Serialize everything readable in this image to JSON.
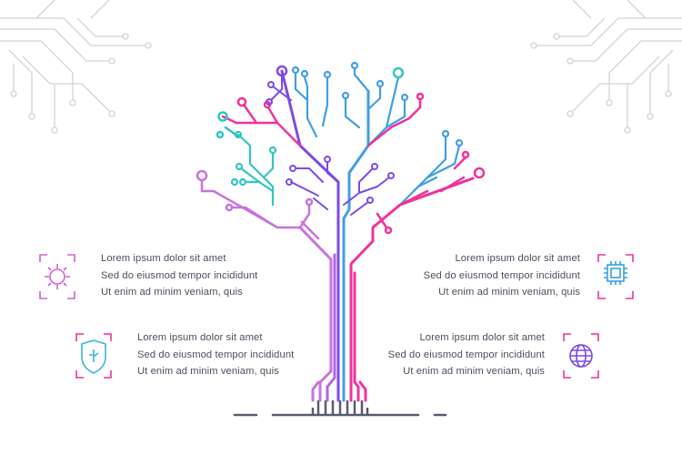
{
  "items": [
    {
      "icon": "gear-icon",
      "color": "#d85fd6",
      "lines": [
        "Lorem ipsum dolor sit amet",
        "Sed do eiusmod tempor incididunt",
        "Ut enim ad minim veniam, quis"
      ]
    },
    {
      "icon": "shield-circuit-icon",
      "color": "#3bb6d9",
      "lines": [
        "Lorem ipsum dolor sit amet",
        "Sed do eiusmod tempor incididunt",
        "Ut enim ad minim veniam, quis"
      ]
    },
    {
      "icon": "chip-icon",
      "color": "#3a9fe0",
      "lines": [
        "Lorem ipsum dolor sit amet",
        "Sed do eiusmod tempor incididunt",
        "Ut enim ad minim veniam, quis"
      ]
    },
    {
      "icon": "globe-icon",
      "color": "#7b49e6",
      "lines": [
        "Lorem ipsum dolor sit amet",
        "Sed do eiusmod tempor incididunt",
        "Ut enim ad minim veniam, quis"
      ]
    }
  ],
  "colors": {
    "pink": "#f0329b",
    "violet": "#7d4ae8",
    "blue": "#3f9fe3",
    "teal": "#2ec7c0",
    "lilac": "#c872e0",
    "grey": "#cfcfd6",
    "ground": "#5a5a70"
  }
}
